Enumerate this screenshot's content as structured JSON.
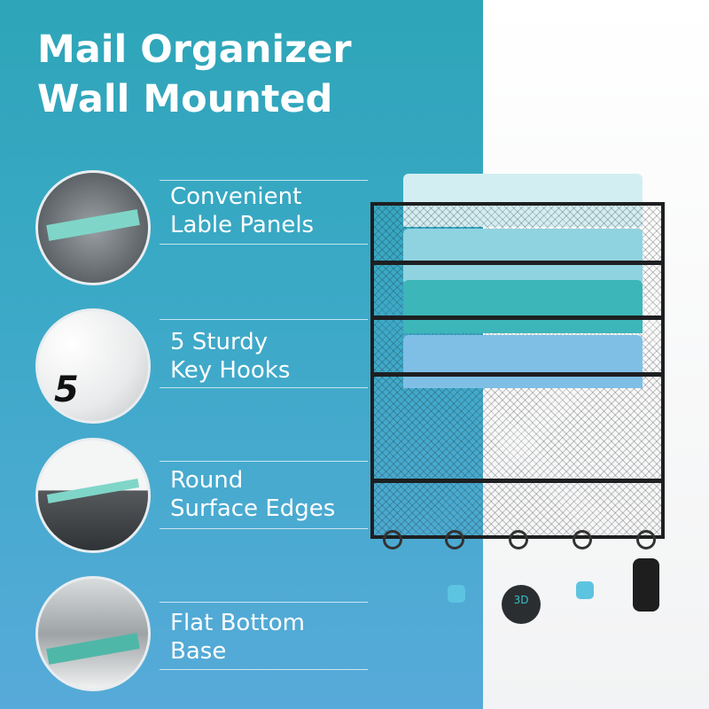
{
  "title": {
    "line1": "Mail Organizer",
    "line2": "Wall Mounted"
  },
  "features": [
    {
      "line1": "Convenient",
      "line2": "Lable Panels"
    },
    {
      "line1": "5 Sturdy",
      "line2": "Key Hooks",
      "badge": "5"
    },
    {
      "line1": "Round",
      "line2": "Surface Edges"
    },
    {
      "line1": "Flat Bottom",
      "line2": "Base"
    }
  ],
  "product": {
    "fob_text": "3D"
  },
  "colors": {
    "gradient_top": "#2ea5b8",
    "gradient_bottom": "#57aad9",
    "accent": "#7fd6c8"
  }
}
